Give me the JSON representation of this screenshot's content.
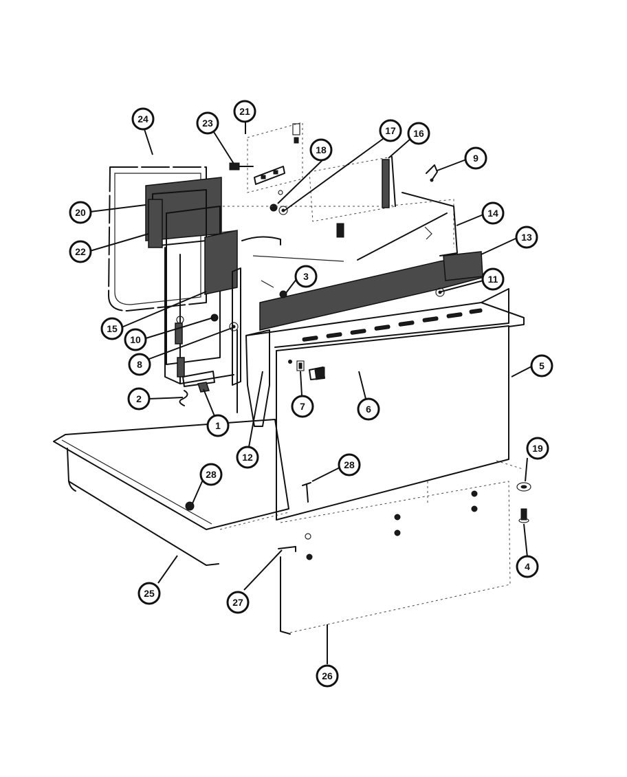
{
  "callouts": [
    {
      "id": "c1",
      "label": "1"
    },
    {
      "id": "c2",
      "label": "2"
    },
    {
      "id": "c3",
      "label": "3"
    },
    {
      "id": "c4",
      "label": "4"
    },
    {
      "id": "c5",
      "label": "5"
    },
    {
      "id": "c6",
      "label": "6"
    },
    {
      "id": "c7",
      "label": "7"
    },
    {
      "id": "c8",
      "label": "8"
    },
    {
      "id": "c9",
      "label": "9"
    },
    {
      "id": "c10",
      "label": "10"
    },
    {
      "id": "c11",
      "label": "11"
    },
    {
      "id": "c12",
      "label": "12"
    },
    {
      "id": "c13",
      "label": "13"
    },
    {
      "id": "c14",
      "label": "14"
    },
    {
      "id": "c15",
      "label": "15"
    },
    {
      "id": "c16",
      "label": "16"
    },
    {
      "id": "c17",
      "label": "17"
    },
    {
      "id": "c18",
      "label": "18"
    },
    {
      "id": "c19",
      "label": "19"
    },
    {
      "id": "c20",
      "label": "20"
    },
    {
      "id": "c21",
      "label": "21"
    },
    {
      "id": "c22",
      "label": "22"
    },
    {
      "id": "c23",
      "label": "23"
    },
    {
      "id": "c24",
      "label": "24"
    },
    {
      "id": "c25",
      "label": "25"
    },
    {
      "id": "c26",
      "label": "26"
    },
    {
      "id": "c27",
      "label": "27"
    },
    {
      "id": "c28a",
      "label": "28"
    },
    {
      "id": "c28b",
      "label": "28"
    }
  ]
}
